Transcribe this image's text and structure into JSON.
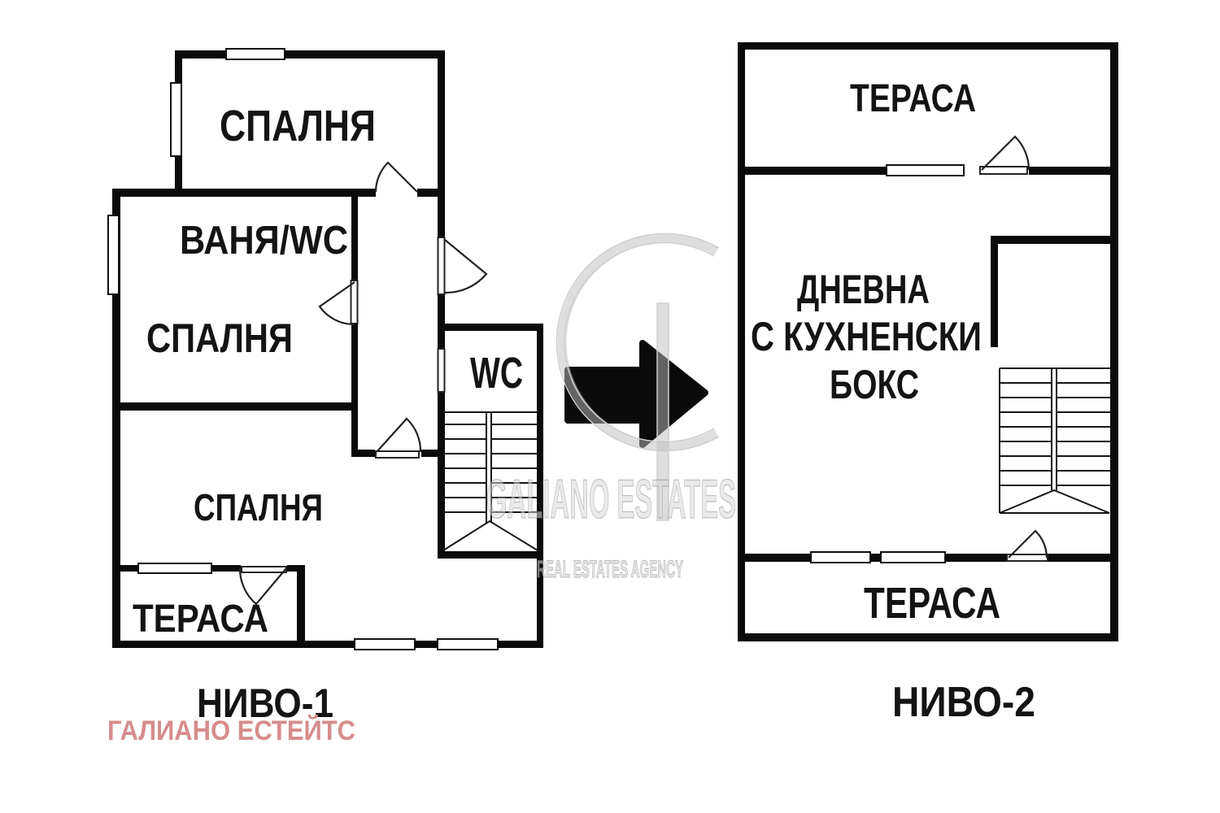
{
  "level1": {
    "caption": "НИВО-1",
    "rooms": {
      "bedroom_top": "СПАЛНЯ",
      "bathroom": "ВАНЯ/WC",
      "bedroom_middle": "СПАЛНЯ",
      "wc": "WC",
      "bedroom_bottom": "СПАЛНЯ",
      "terrace": "ТЕРАСА"
    }
  },
  "level2": {
    "caption": "НИВО-2",
    "rooms": {
      "terrace_top": "ТЕРАСА",
      "living_line1": "ДНЕВНА",
      "living_line2": "С КУХНЕНСКИ",
      "living_line3": "БОКС",
      "terrace_bottom": "ТЕРАСА"
    }
  },
  "watermark": {
    "brand": "GALIANO ESTATES",
    "tagline": "REAL ESTATES AGENCY"
  },
  "agency_name": "ГАЛИАНО ЕСТЕЙТС",
  "icons": {
    "arrow": "right-arrow",
    "logo": "galiano-g-logo",
    "door_symbol": "door-swing-arc",
    "window_symbol": "window-rect",
    "stairs_symbol": "staircase-treads"
  },
  "colors": {
    "background": "#ffffff",
    "wall": "#0b0b0b",
    "arrow": "#0b0b0b",
    "agency_pink": "#d68c8c",
    "watermark_gray": "#cfcfcf"
  }
}
